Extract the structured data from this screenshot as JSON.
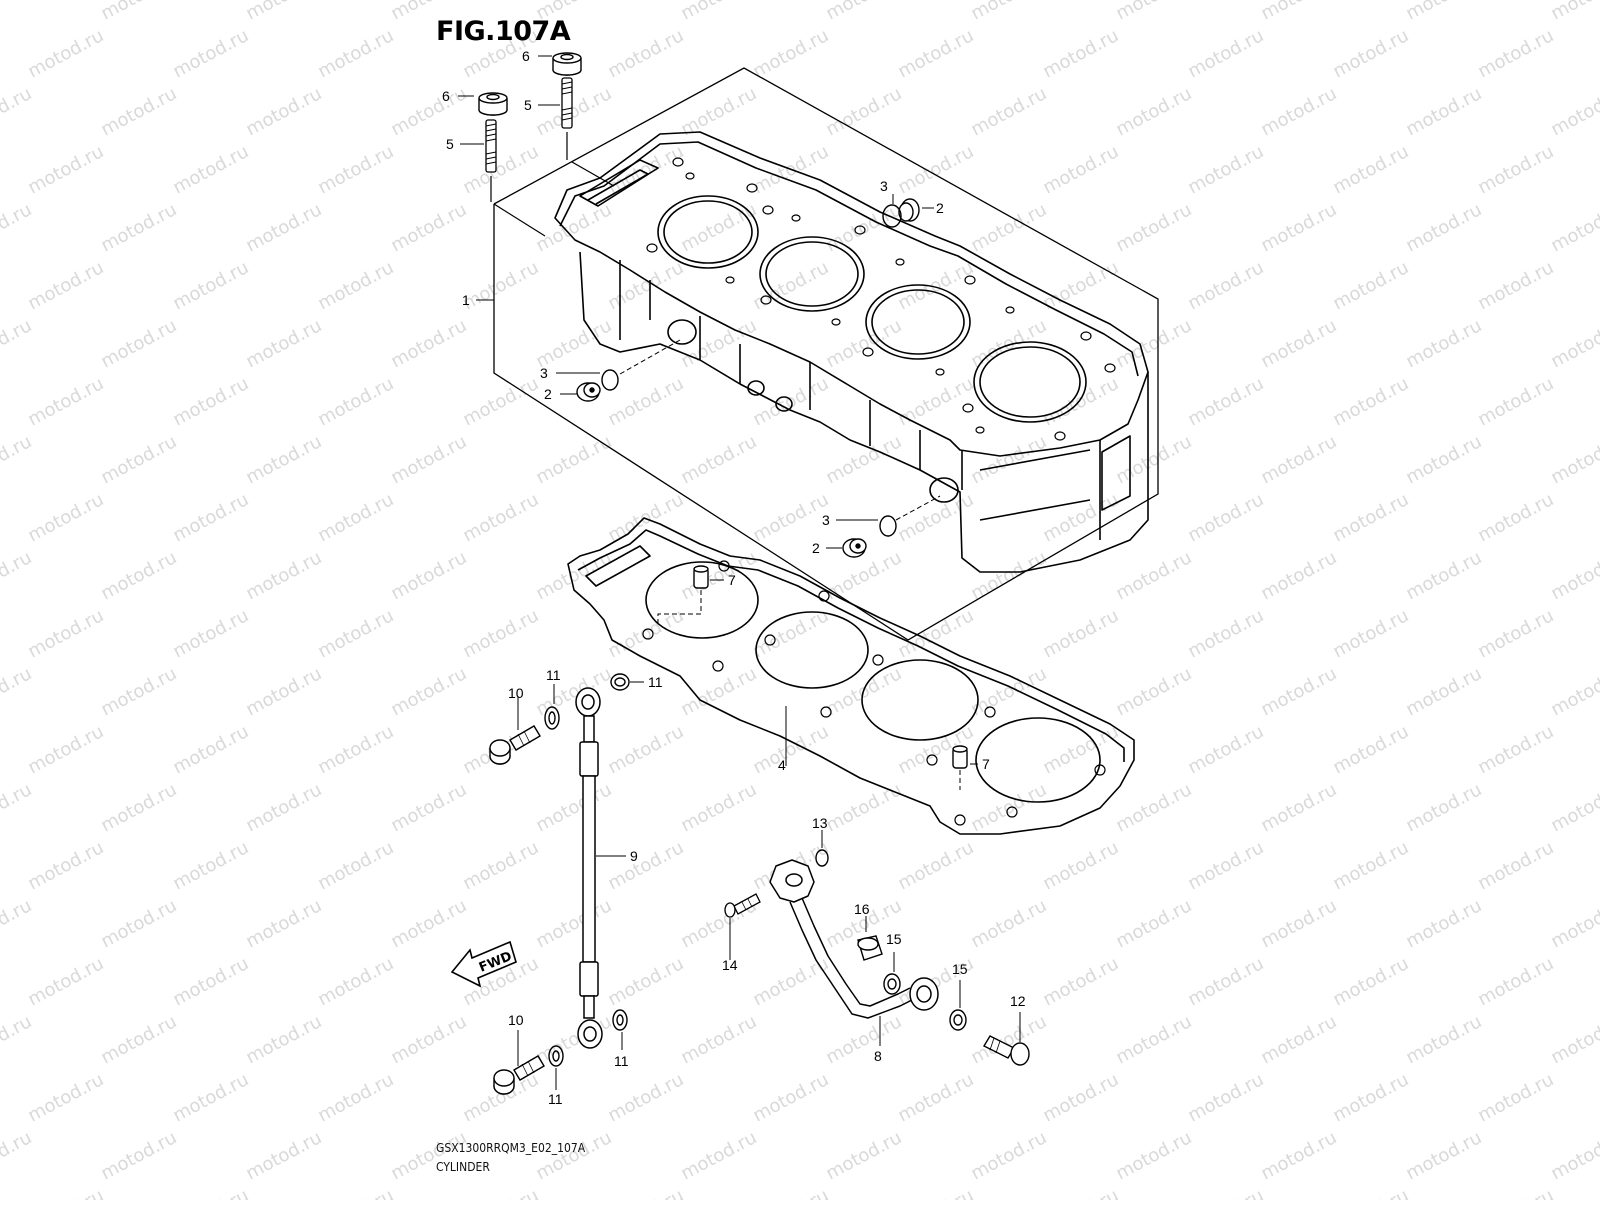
{
  "figure": {
    "title": "FIG.107A",
    "code": "GSX1300RRQM3_E02_107A",
    "caption": "CYLINDER"
  },
  "watermark": {
    "text": "motod.ru",
    "color": "#d9d9d9"
  },
  "direction_arrow": {
    "label": "FWD"
  },
  "callouts": [
    {
      "label": "6"
    },
    {
      "label": "6"
    },
    {
      "label": "5"
    },
    {
      "label": "5"
    },
    {
      "label": "3"
    },
    {
      "label": "2"
    },
    {
      "label": "1"
    },
    {
      "label": "3"
    },
    {
      "label": "2"
    },
    {
      "label": "3"
    },
    {
      "label": "2"
    },
    {
      "label": "7"
    },
    {
      "label": "7"
    },
    {
      "label": "4"
    },
    {
      "label": "11"
    },
    {
      "label": "11"
    },
    {
      "label": "10"
    },
    {
      "label": "9"
    },
    {
      "label": "13"
    },
    {
      "label": "16"
    },
    {
      "label": "15"
    },
    {
      "label": "14"
    },
    {
      "label": "15"
    },
    {
      "label": "12"
    },
    {
      "label": "8"
    },
    {
      "label": "10"
    },
    {
      "label": "11"
    },
    {
      "label": "11"
    }
  ]
}
